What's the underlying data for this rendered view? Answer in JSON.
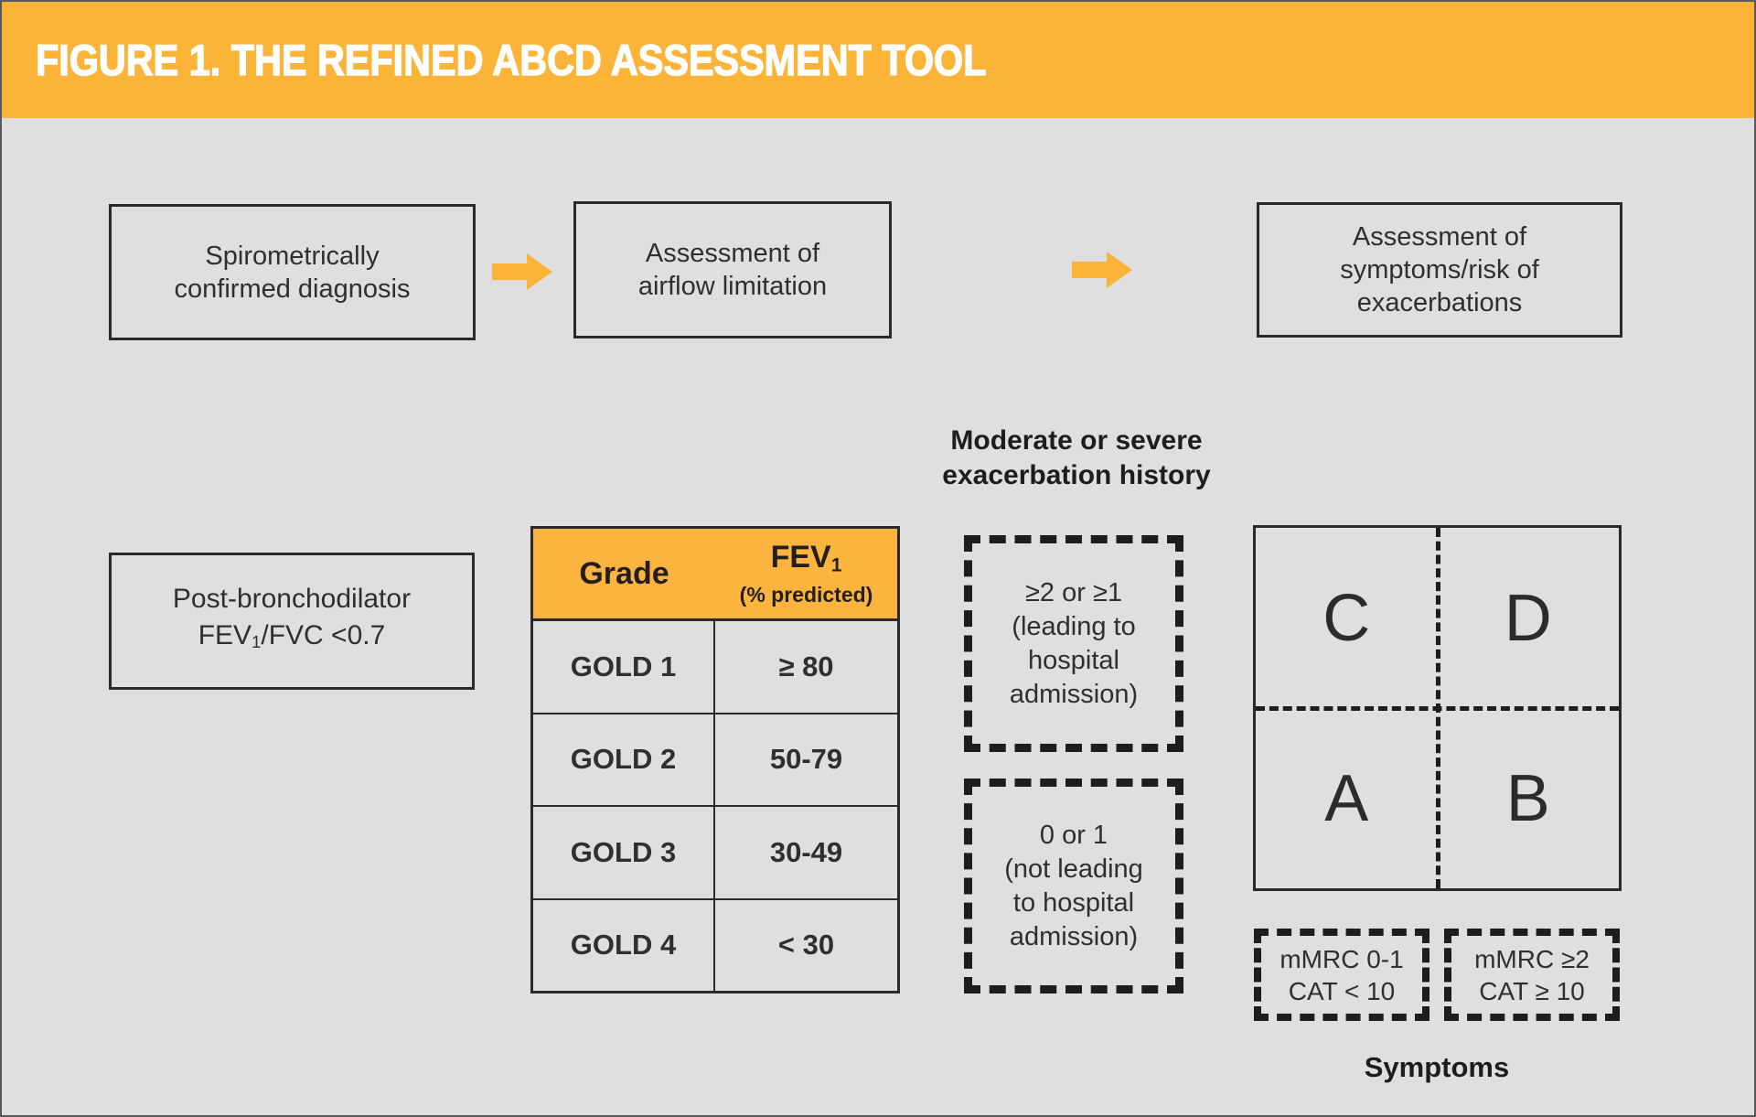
{
  "header": {
    "title": "FIGURE 1. THE REFINED ABCD ASSESSMENT TOOL"
  },
  "colors": {
    "header_bg": "#FBB437",
    "table_header_bg": "#FBB43E",
    "arrow": "#FBB437",
    "background": "#DFDFDF",
    "box_border": "#2A2A2A",
    "dashed_border": "#1D1D1D",
    "title_text": "#FFFFFF",
    "text": "#2F2F2F"
  },
  "flow": {
    "box1": {
      "lines": [
        "Spirometrically",
        "confirmed diagnosis"
      ]
    },
    "box2": {
      "lines": [
        "Assessment of",
        "airflow limitation"
      ]
    },
    "box3": {
      "lines": [
        "Assessment of",
        "symptoms/risk of",
        "exacerbations"
      ]
    }
  },
  "post_box": {
    "line1": "Post-bronchodilator",
    "fev": "FEV",
    "fev_sub": "1",
    "rest": "/FVC <0.7"
  },
  "grade_table": {
    "header": {
      "grade": "Grade",
      "fev": "FEV",
      "fev_sub": "1",
      "predicted": "(% predicted)"
    },
    "rows": [
      {
        "grade": "GOLD 1",
        "value": "≥ 80"
      },
      {
        "grade": "GOLD 2",
        "value": "50-79"
      },
      {
        "grade": "GOLD 3",
        "value": "30-49"
      },
      {
        "grade": "GOLD 4",
        "value": "< 30"
      }
    ]
  },
  "exacerbation": {
    "label_lines": [
      "Moderate or severe",
      "exacerbation history"
    ],
    "box_high": {
      "lines": [
        "≥2 or ≥1",
        "(leading to",
        "hospital",
        "admission)"
      ]
    },
    "box_low": {
      "lines": [
        "0 or 1",
        "(not leading",
        "to hospital",
        "admission)"
      ]
    }
  },
  "quadrant": {
    "top_left": "C",
    "top_right": "D",
    "bottom_left": "A",
    "bottom_right": "B"
  },
  "symptoms": {
    "box_low": {
      "lines": [
        "mMRC 0-1",
        "CAT < 10"
      ]
    },
    "box_high": {
      "lines": [
        "mMRC ≥2",
        "CAT ≥ 10"
      ]
    },
    "label": "Symptoms"
  }
}
